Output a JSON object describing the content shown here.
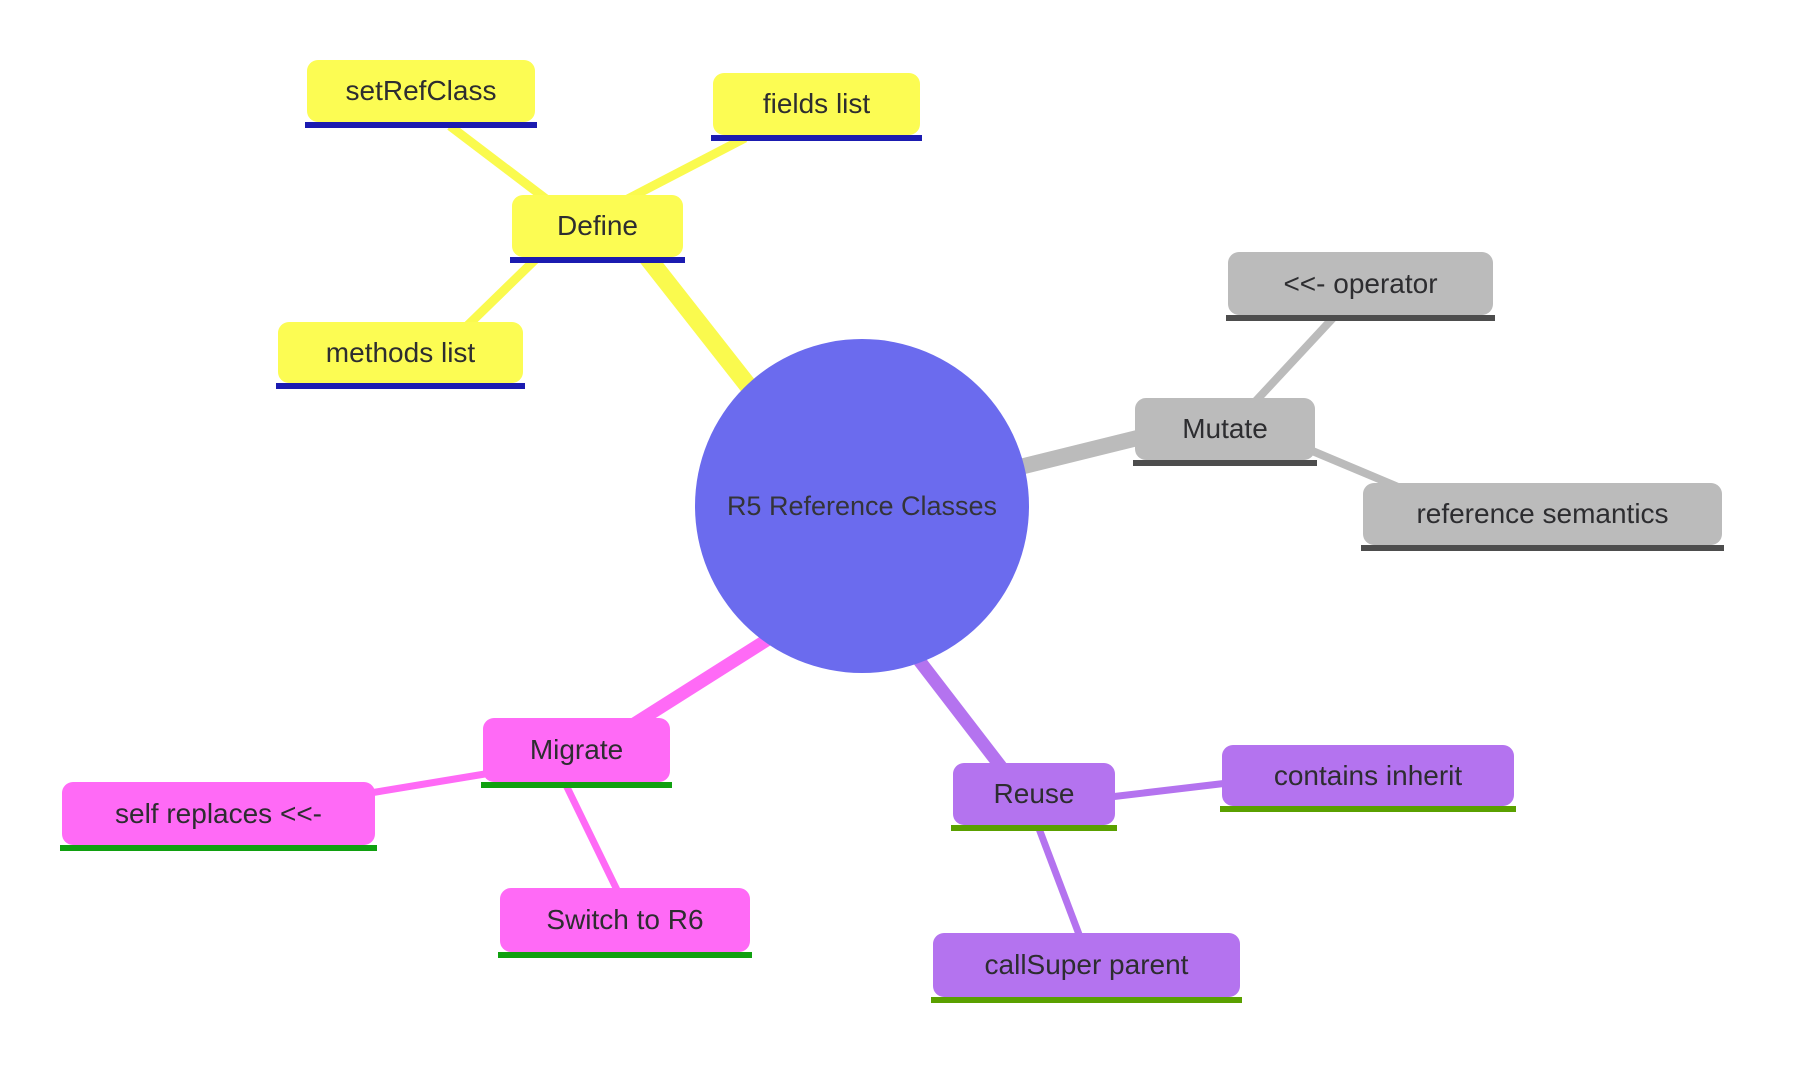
{
  "diagram": {
    "type": "mindmap",
    "root": {
      "label": "R5 Reference Classes",
      "shape": "circle",
      "color": "#6b6bee"
    },
    "branches": [
      {
        "id": "define",
        "label": "Define",
        "node_color": "#fcfc53",
        "edge_color": "#fafa4e",
        "underline_color": "#1b1bb0",
        "children": [
          {
            "label": "setRefClass"
          },
          {
            "label": "fields list"
          },
          {
            "label": "methods list"
          }
        ]
      },
      {
        "id": "mutate",
        "label": "Mutate",
        "node_color": "#bbbbbb",
        "edge_color": "#bbbbbb",
        "underline_color": "#4d4d4d",
        "children": [
          {
            "label": "<<- operator"
          },
          {
            "label": "reference semantics"
          }
        ]
      },
      {
        "id": "migrate",
        "label": "Migrate",
        "node_color": "#ff6af6",
        "edge_color": "#ff6af6",
        "underline_color": "#10a010",
        "children": [
          {
            "label": "self replaces <<-"
          },
          {
            "label": "Switch to R6"
          }
        ]
      },
      {
        "id": "reuse",
        "label": "Reuse",
        "node_color": "#b473ef",
        "edge_color": "#b473ef",
        "underline_color": "#5aa000",
        "children": [
          {
            "label": "contains inherit"
          },
          {
            "label": "callSuper parent"
          }
        ]
      }
    ]
  }
}
